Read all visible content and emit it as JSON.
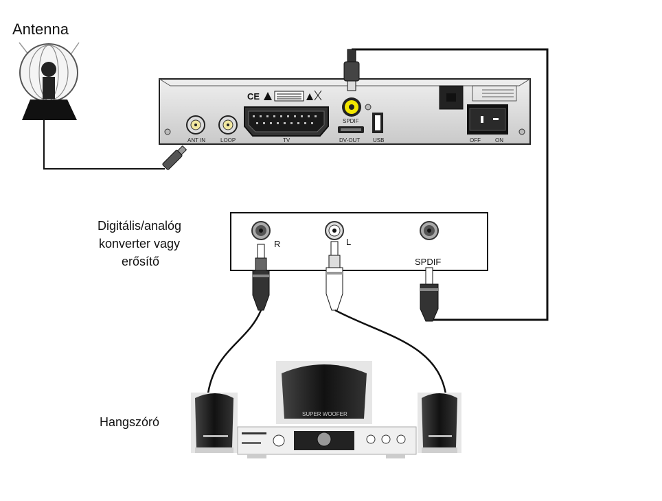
{
  "labels": {
    "antenna": "Antenna",
    "converter_line1": "Digitális/analóg",
    "converter_line2": "konverter vagy",
    "converter_line3": "erősítő",
    "speaker": "Hangszóró"
  },
  "receiver_ports": {
    "ant_in": "ANT IN",
    "loop": "LOOP",
    "tv": "TV",
    "spdif": "SPDIF",
    "dv_out": "DV-OUT",
    "usb": "USB",
    "off": "OFF",
    "on": "ON"
  },
  "converter_ports": {
    "r": "R",
    "l": "L",
    "spdif": "SPDIF"
  },
  "subwoofer_text": "SUPER WOOFER",
  "colors": {
    "spdif_jack": "#f2e600",
    "cable": "#111111",
    "device_body": "#d9d9d9"
  }
}
